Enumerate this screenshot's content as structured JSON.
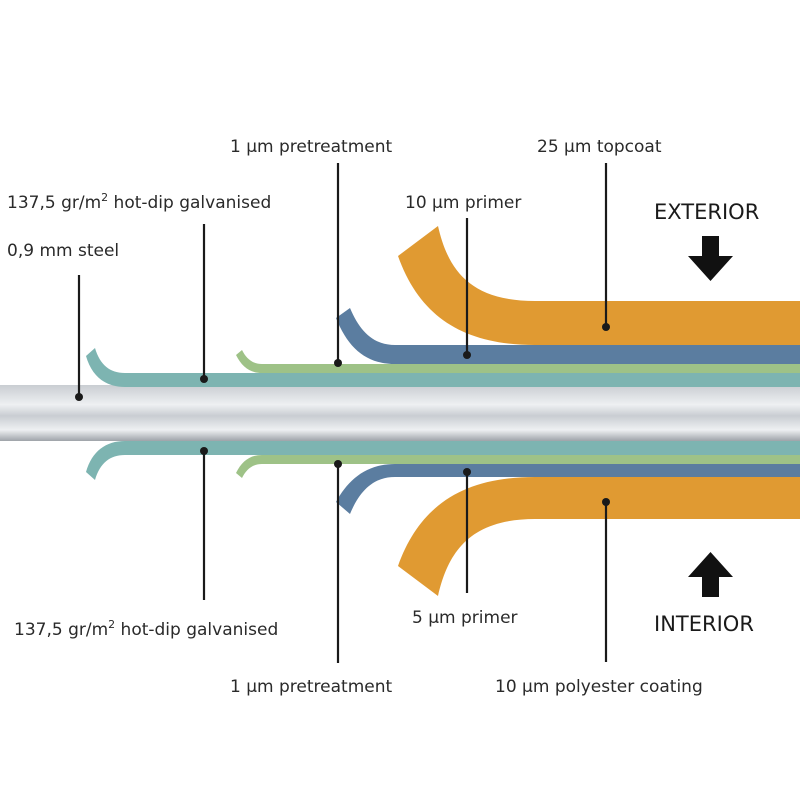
{
  "colors": {
    "steel_light": "#eef0f2",
    "steel_mid": "#c9cdd2",
    "steel_dark": "#9ea3a9",
    "galvanised": "#7db4b1",
    "pretreatment": "#9ec287",
    "primer": "#5b7da0",
    "topcoat": "#e09a32",
    "polyester": "#e09a32",
    "arrow": "#111111"
  },
  "exterior": {
    "label": "EXTERIOR",
    "arrow_icon": "arrow-down-icon",
    "layers": {
      "topcoat": "25 μm topcoat",
      "primer": "10 μm primer",
      "pretreatment": "1 μm pretreatment",
      "galvanised_prefix": "137,5 gr/m",
      "galvanised_sup": "2",
      "galvanised_suffix": " hot-dip galvanised"
    }
  },
  "core": {
    "steel": "0,9 mm steel"
  },
  "interior": {
    "label": "INTERIOR",
    "arrow_icon": "arrow-up-icon",
    "layers": {
      "polyester": "10 μm polyester coating",
      "primer": "5 μm primer",
      "pretreatment": "1 μm pretreatment",
      "galvanised_prefix": "137,5 gr/m",
      "galvanised_sup": "2",
      "galvanised_suffix": " hot-dip galvanised"
    }
  }
}
